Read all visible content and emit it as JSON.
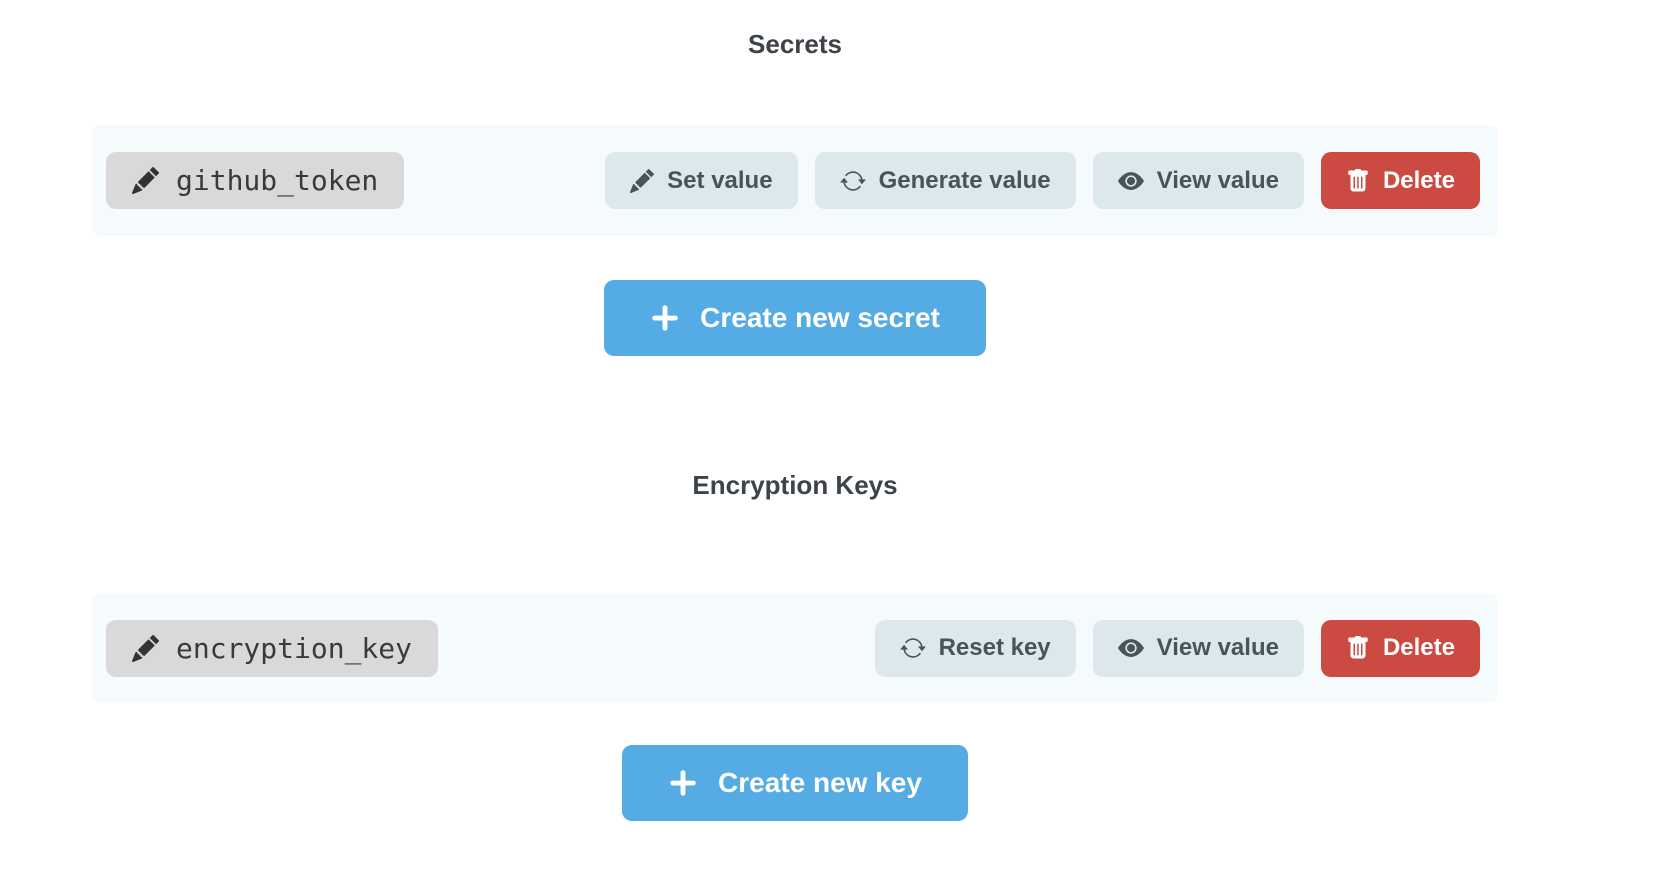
{
  "colors": {
    "accent_blue": "#55abe4",
    "danger_red": "#cb4a42",
    "row_background": "#f5fbfd",
    "name_pill_background": "#d9d9d9",
    "action_button_background": "#dde8ec",
    "heading_text": "#3d4348",
    "button_text": "#48535a"
  },
  "secrets": {
    "heading": "Secrets",
    "items": [
      {
        "name": "github_token",
        "name_icon": "pencil-icon",
        "actions": [
          {
            "label": "Set value",
            "icon": "pencil-icon"
          },
          {
            "label": "Generate value",
            "icon": "refresh-icon"
          },
          {
            "label": "View value",
            "icon": "eye-icon"
          },
          {
            "label": "Delete",
            "icon": "trash-icon"
          }
        ]
      }
    ],
    "create_label": "Create new secret",
    "create_icon": "plus-icon"
  },
  "encryption_keys": {
    "heading": "Encryption Keys",
    "items": [
      {
        "name": "encryption_key",
        "name_icon": "pencil-icon",
        "actions": [
          {
            "label": "Reset key",
            "icon": "refresh-icon"
          },
          {
            "label": "View value",
            "icon": "eye-icon"
          },
          {
            "label": "Delete",
            "icon": "trash-icon"
          }
        ]
      }
    ],
    "create_label": "Create new key",
    "create_icon": "plus-icon"
  }
}
